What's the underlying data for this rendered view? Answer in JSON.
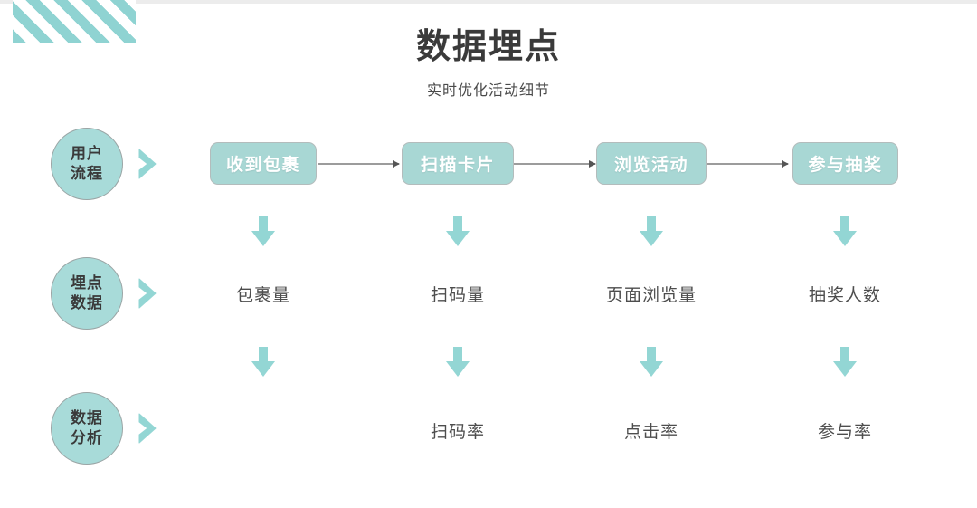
{
  "header": {
    "title": "数据埋点",
    "subtitle": "实时优化活动细节"
  },
  "decoration": {
    "stripe_block": "diagonal-stripes",
    "stripe_color": "#8fd3d2",
    "top_strip_color": "#ececec"
  },
  "theme": {
    "teal_fill": "#a8d7d4",
    "circle_fill": "#a8dbd9",
    "arrow_fill": "#93d6d4",
    "text_dark": "#4d4d4d",
    "box_text": "#ffffff",
    "connector": "#9c9c9c"
  },
  "rows": [
    {
      "id": "user-flow",
      "circle_label_line1": "用户",
      "circle_label_line2": "流程",
      "chevron": "chevron-right-icon",
      "cells": [
        "收到包裹",
        "扫描卡片",
        "浏览活动",
        "参与抽奖"
      ]
    },
    {
      "id": "tracking-data",
      "circle_label_line1": "埋点",
      "circle_label_line2": "数据",
      "chevron": "chevron-right-icon",
      "cells": [
        "包裹量",
        "扫码量",
        "页面浏览量",
        "抽奖人数"
      ]
    },
    {
      "id": "data-analysis",
      "circle_label_line1": "数据",
      "circle_label_line2": "分析",
      "chevron": "chevron-right-icon",
      "cells": [
        "",
        "扫码率",
        "点击率",
        "参与率"
      ]
    }
  ],
  "arrows": {
    "down_icon": "arrow-down-icon",
    "connector_icon": "arrow-right-icon",
    "row1_to_row2_count": 4,
    "row2_to_row3_count": 4
  }
}
